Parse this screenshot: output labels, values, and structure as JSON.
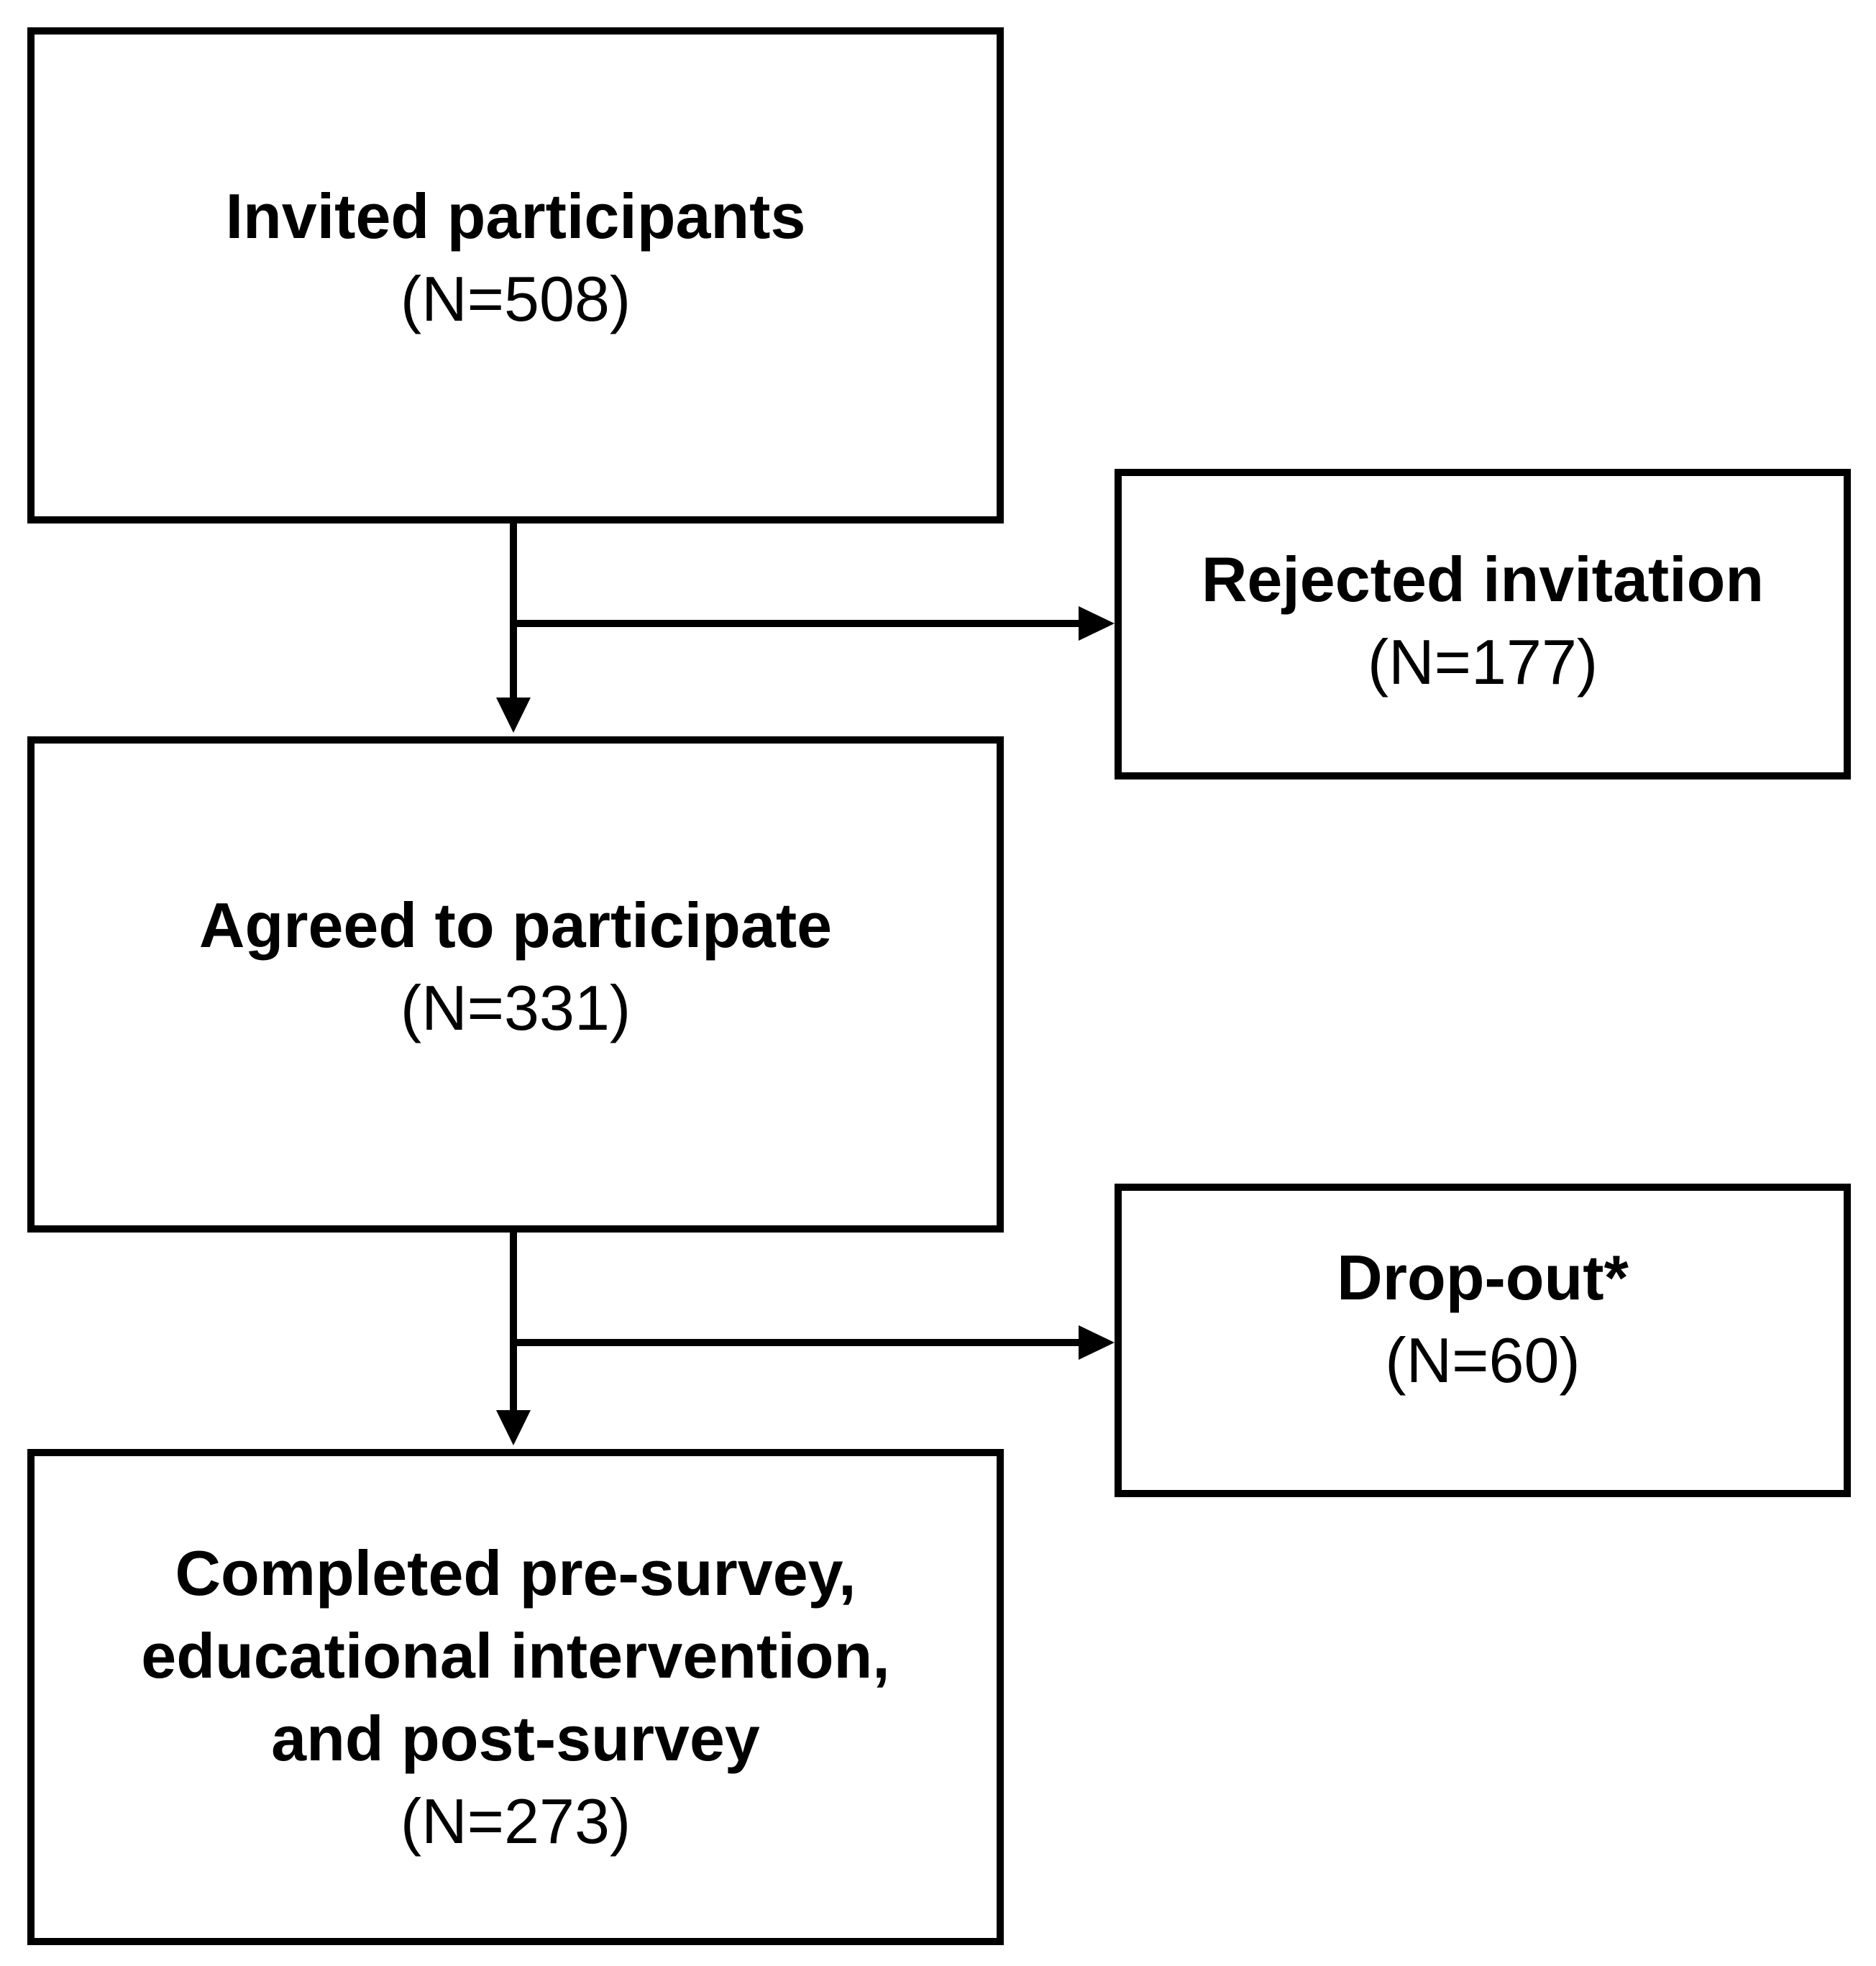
{
  "flow": {
    "invited": {
      "title_lines": [
        "Invited participants"
      ],
      "count": "(N=508)"
    },
    "rejected": {
      "title_lines": [
        "Rejected invitation"
      ],
      "count": "(N=177)"
    },
    "agreed": {
      "title_lines": [
        "Agreed to participate"
      ],
      "count": "(N=331)"
    },
    "dropout": {
      "title_lines": [
        "Drop-out*"
      ],
      "count": "(N=60)"
    },
    "completed": {
      "title_lines": [
        "Completed pre-survey,",
        "educational intervention,",
        "and post-survey"
      ],
      "count": "(N=273)"
    }
  },
  "colors": {
    "stroke": "#000000",
    "background": "#ffffff"
  }
}
